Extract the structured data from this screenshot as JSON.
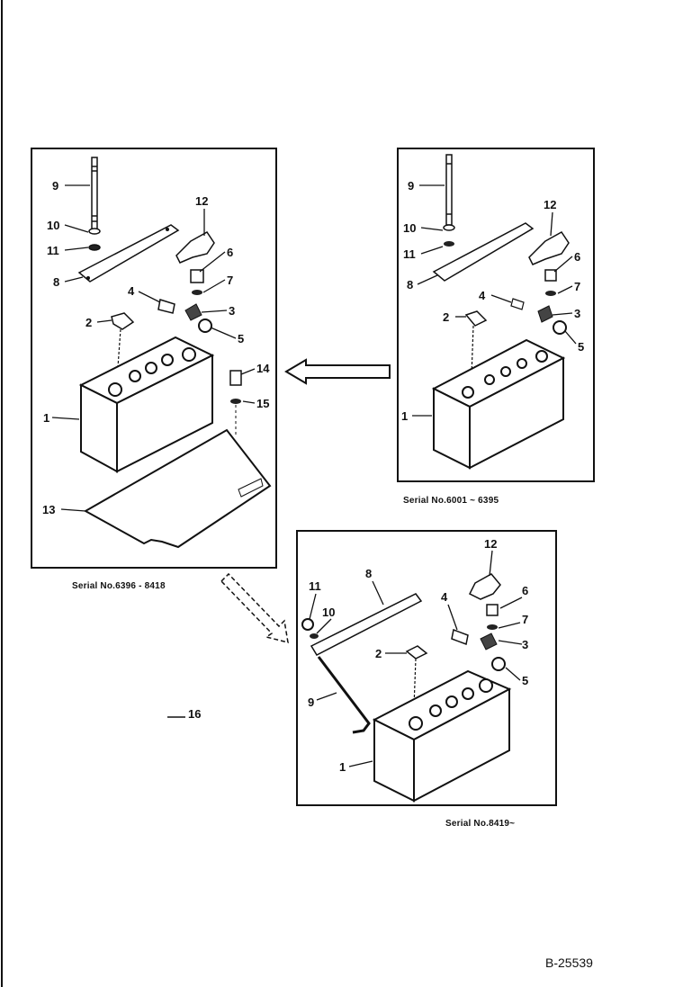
{
  "page_border_color": "#111111",
  "panels": [
    {
      "id": "left",
      "caption": "Serial No.6396 - 8418",
      "callouts": [
        "9",
        "10",
        "11",
        "8",
        "12",
        "6",
        "7",
        "4",
        "3",
        "2",
        "5",
        "14",
        "15",
        "1",
        "13"
      ]
    },
    {
      "id": "right",
      "caption": "Serial No.6001 ~ 6395",
      "callouts": [
        "9",
        "10",
        "11",
        "8",
        "12",
        "6",
        "7",
        "4",
        "3",
        "2",
        "5",
        "1"
      ]
    },
    {
      "id": "bottom",
      "caption": "Serial No.8419~",
      "callouts": [
        "12",
        "8",
        "11",
        "6",
        "4",
        "10",
        "7",
        "3",
        "2",
        "5",
        "9",
        "1"
      ]
    }
  ],
  "standalone_callout": "16",
  "document_number": "B-25539"
}
